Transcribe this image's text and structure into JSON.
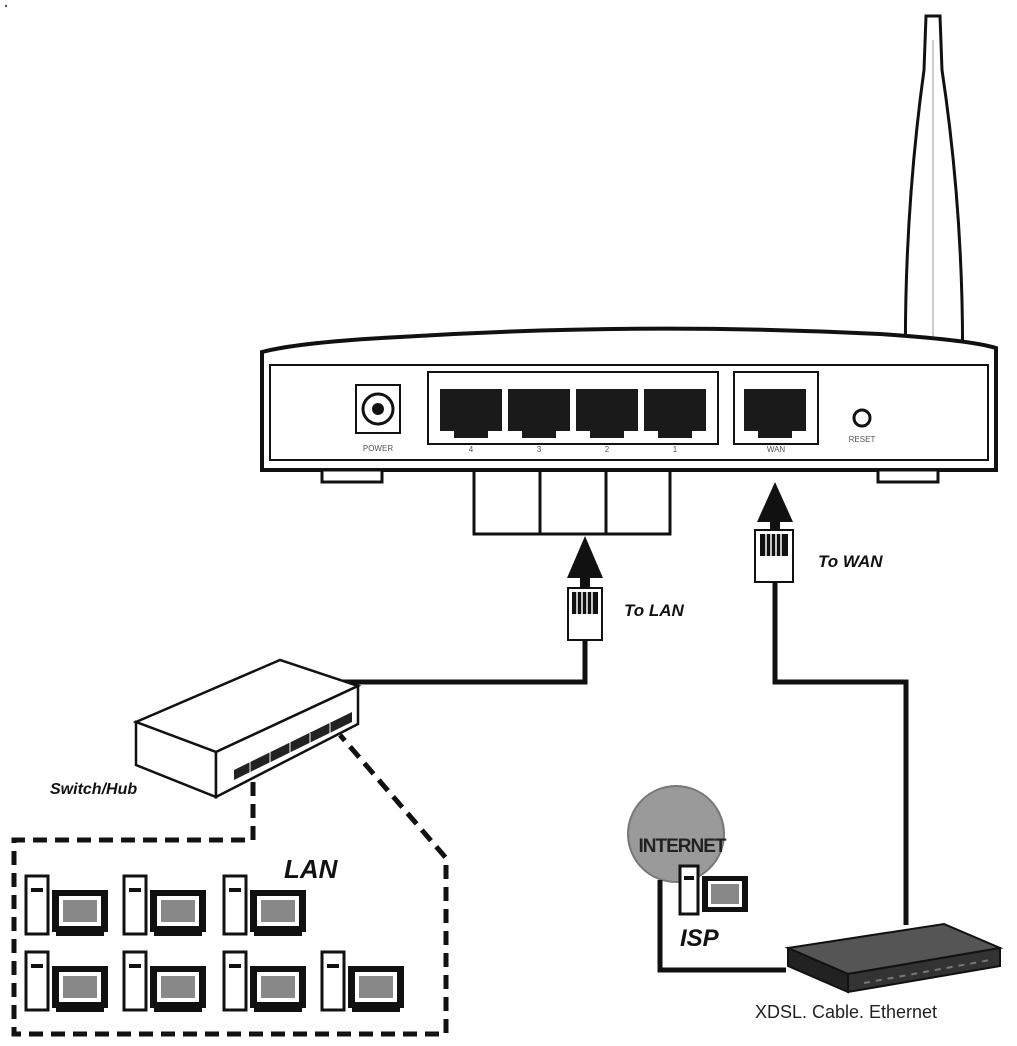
{
  "router": {
    "power_label": "POWER",
    "lan_port_labels": [
      "4",
      "3",
      "2",
      "1"
    ],
    "wan_port_label": "WAN",
    "reset_label": "RESET"
  },
  "labels": {
    "to_lan": "To LAN",
    "to_wan": "To WAN",
    "switch_hub": "Switch/Hub",
    "lan": "LAN",
    "internet": "INTERNET",
    "isp": "ISP",
    "modem_types": "XDSL. Cable. Ethernet"
  },
  "colors": {
    "line": "#111111",
    "device_fill": "#ffffff",
    "port_fill": "#1a1a1a",
    "internet_circle": "#9a9a9a",
    "modem_fill": "#3a3a3a"
  }
}
